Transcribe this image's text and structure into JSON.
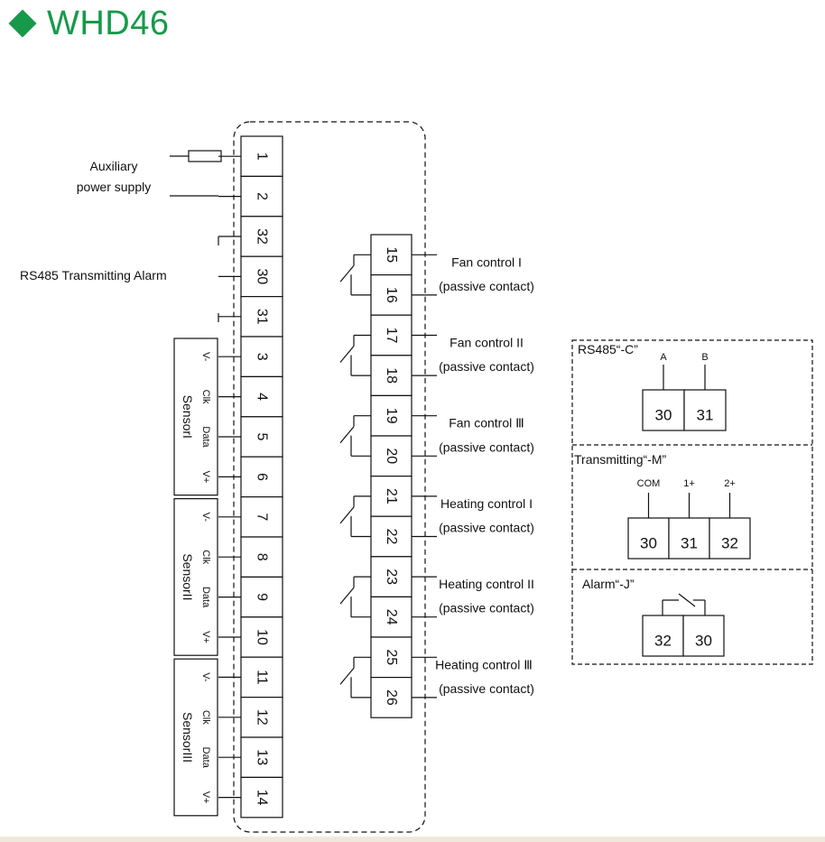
{
  "title": "WHD46",
  "colors": {
    "accent": "#169a4a",
    "bottom_bar": "#efe9dc",
    "line": "#111111"
  },
  "icons": {
    "title": "diamond-icon",
    "contact": "switch-contact-icon",
    "fuse": "fuse-icon"
  },
  "left_terminals": [
    "1",
    "2",
    "32",
    "30",
    "31",
    "3",
    "4",
    "5",
    "6",
    "7",
    "8",
    "9",
    "10",
    "11",
    "12",
    "13",
    "14"
  ],
  "left_labels": {
    "aux_line1": "Auxiliary",
    "aux_line2": "power supply",
    "rs485": "RS485 Transmitting Alarm"
  },
  "sensors": [
    {
      "name": "SensorI",
      "pins": [
        "V-",
        "Clk",
        "Data",
        "V+"
      ]
    },
    {
      "name": "SensorII",
      "pins": [
        "V-",
        "Clk",
        "Data",
        "V+"
      ]
    },
    {
      "name": "SensorIII",
      "pins": [
        "V-",
        "Clk",
        "Data",
        "V+"
      ]
    }
  ],
  "right_terminals": [
    "15",
    "16",
    "17",
    "18",
    "19",
    "20",
    "21",
    "22",
    "23",
    "24",
    "25",
    "26"
  ],
  "controls": [
    {
      "name": "Fan control I",
      "sub": "(passive contact)"
    },
    {
      "name": "Fan control II",
      "sub": "(passive contact)"
    },
    {
      "name": "Fan control Ⅲ",
      "sub": "(passive contact)"
    },
    {
      "name": "Heating control I",
      "sub": "(passive contact)"
    },
    {
      "name": "Heating control II",
      "sub": "(passive contact)"
    },
    {
      "name": "Heating control Ⅲ",
      "sub": "(passive contact)"
    }
  ],
  "options": {
    "c": {
      "title": "RS485“-C”",
      "terms": [
        "30",
        "31"
      ],
      "labels": [
        "A",
        "B"
      ]
    },
    "m": {
      "title": "Transmitting“-M”",
      "terms": [
        "30",
        "31",
        "32"
      ],
      "labels": [
        "COM",
        "1+",
        "2+"
      ]
    },
    "j": {
      "title": "Alarm“-J”",
      "terms": [
        "32",
        "30"
      ]
    }
  }
}
